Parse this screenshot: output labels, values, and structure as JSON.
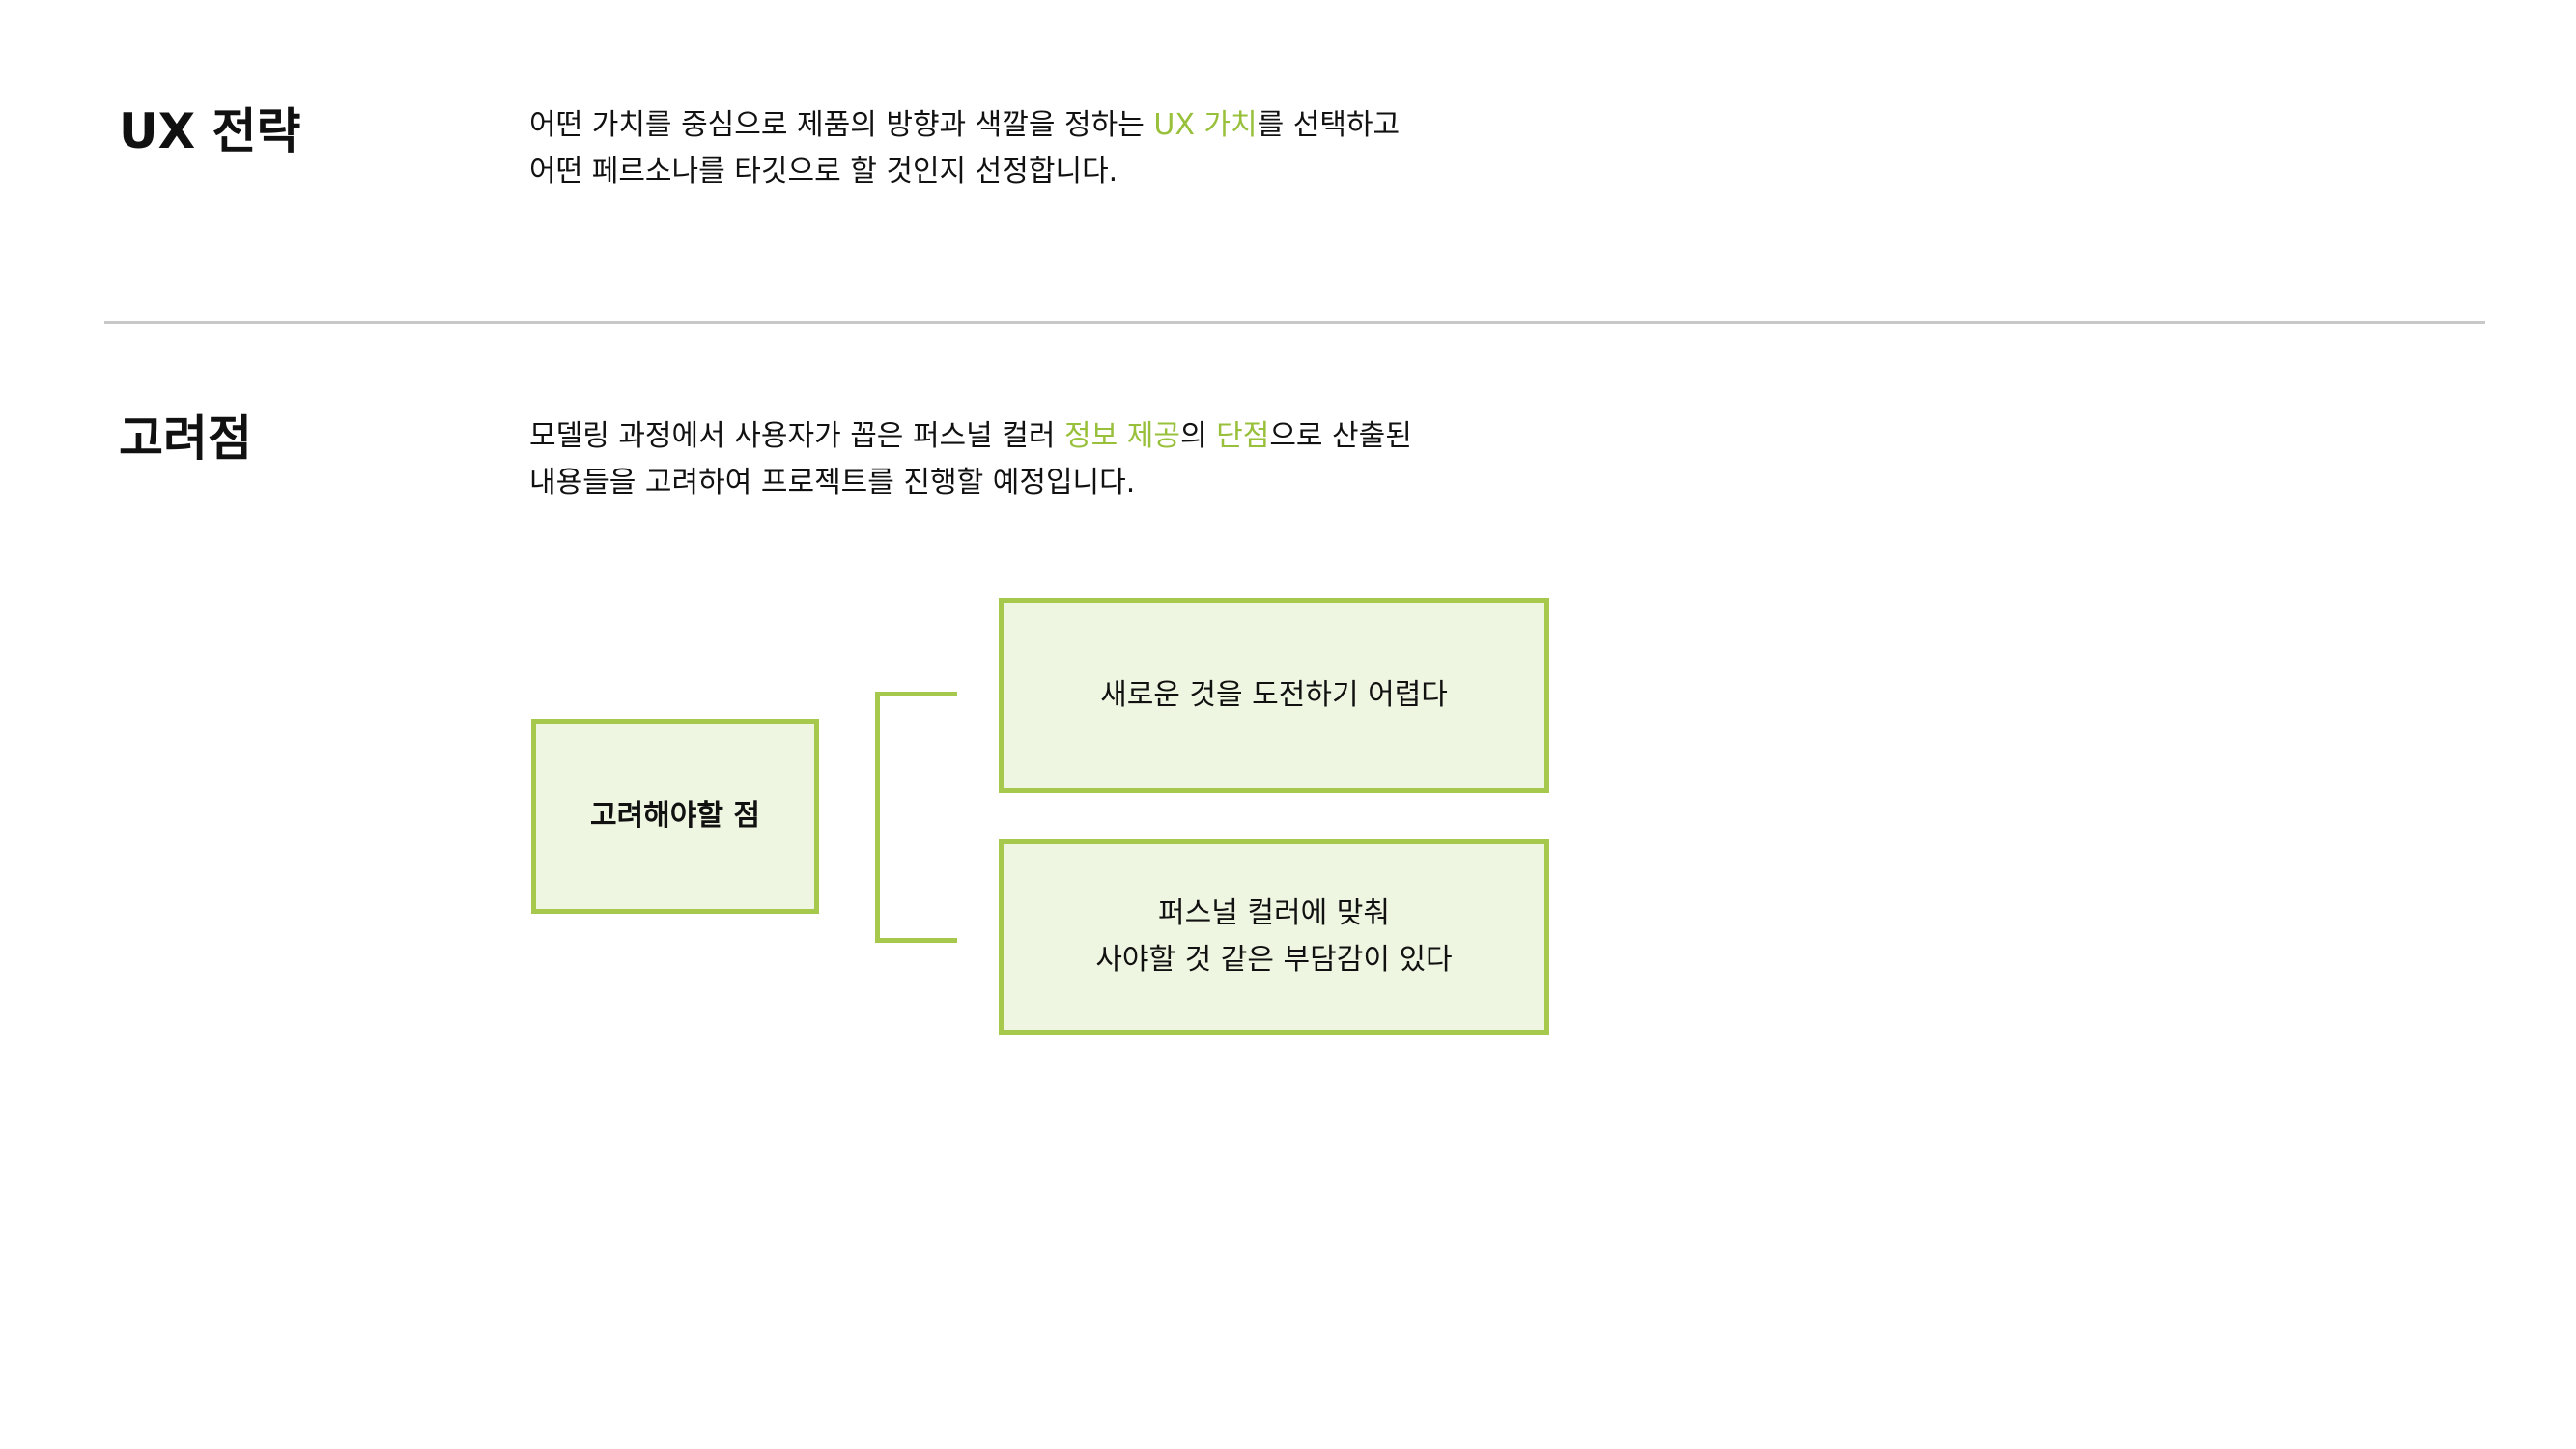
{
  "ux_strategy": {
    "title": "UX 전략",
    "desc_line1_pre": "어떤 가치를 중심으로 제품의 방향과 색깔을 정하는 ",
    "desc_line1_hl": "UX 가치",
    "desc_line1_post": "를 선택하고",
    "desc_line2": "어떤 페르소나를 타깃으로 할 것인지 선정합니다."
  },
  "considerations": {
    "title": "고려점",
    "desc_line1_pre": "모델링 과정에서 사용자가 꼽은 퍼스널 컬러 ",
    "desc_line1_hl1": "정보 제공",
    "desc_line1_mid": "의 ",
    "desc_line1_hl2": "단점",
    "desc_line1_post": "으로 산출된",
    "desc_line2": "내용들을 고려하여 프로젝트를 진행할 예정입니다."
  },
  "diagram": {
    "main_label": "고려해야할 점",
    "item1": "새로운 것을 도전하기 어렵다",
    "item2_line1": "퍼스널 컬러에 맞춰",
    "item2_line2": "사야할 것 같은 부담감이 있다"
  },
  "colors": {
    "accent": "#98c03b",
    "box_fill": "#eef5e0",
    "box_border": "#a6c84c",
    "divider": "#c8c8c8"
  }
}
